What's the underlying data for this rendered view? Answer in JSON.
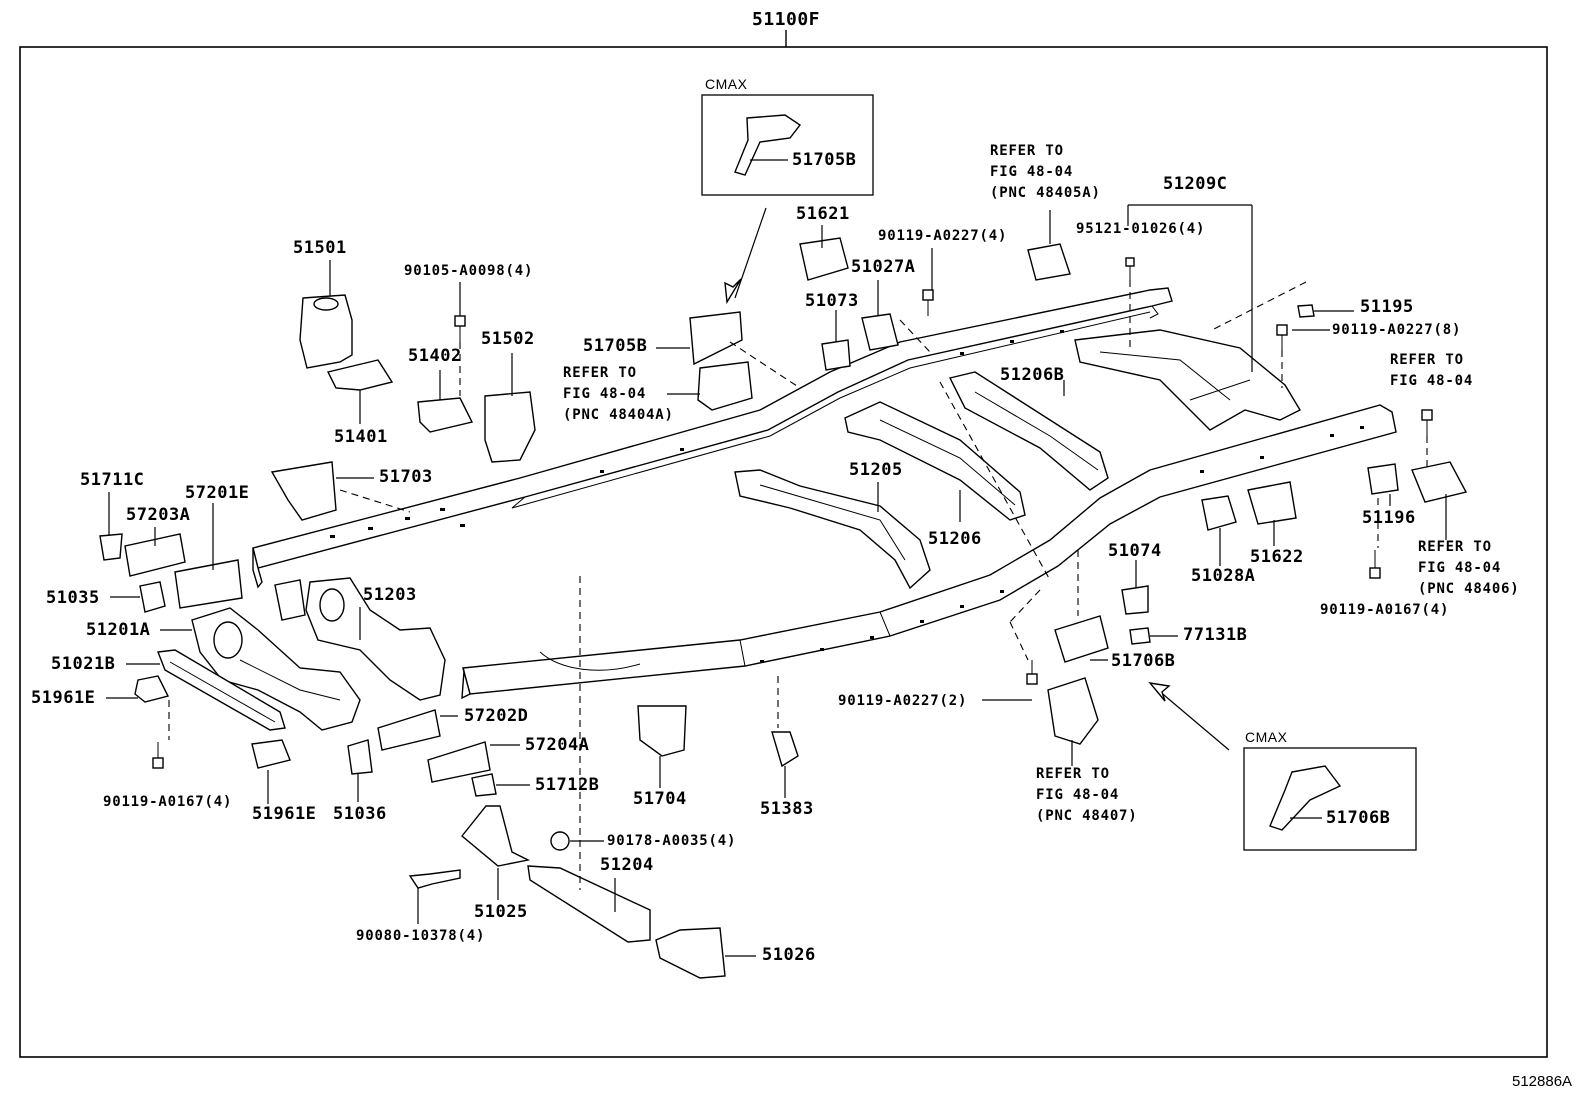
{
  "diagram": {
    "title": "51100F",
    "footer_code": "512886A",
    "cmax_top": {
      "label": "CMAX",
      "part": "51705B"
    },
    "cmax_bottom": {
      "label": "CMAX",
      "part": "51706B"
    },
    "refs": {
      "ref_48405a": "REFER TO\nFIG 48-04\n(PNC 48405A)",
      "ref_48404a": "REFER TO\nFIG 48-04\n(PNC 48404A)",
      "ref_fig": "REFER TO\nFIG 48-04",
      "ref_48406": "REFER TO\nFIG 48-04\n(PNC 48406)",
      "ref_48407": "REFER TO\nFIG 48-04\n(PNC 48407)"
    },
    "parts": {
      "p51501": "51501",
      "p90105": "90105-A0098(4)",
      "p51402": "51402",
      "p51502": "51502",
      "p51401": "51401",
      "p51705b": "51705B",
      "p51621": "51621",
      "p51027a": "51027A",
      "p51073": "51073",
      "p90119_4": "90119-A0227(4)",
      "p51209c": "51209C",
      "p95121": "95121-01026(4)",
      "p51195": "51195",
      "p90119_8": "90119-A0227(8)",
      "p51206b": "51206B",
      "p51711c": "51711C",
      "p57201e": "57201E",
      "p57203a": "57203A",
      "p51703": "51703",
      "p51205": "51205",
      "p51206": "51206",
      "p51035": "51035",
      "p51203": "51203",
      "p51201a": "51201A",
      "p51021b": "51021B",
      "p51961e_l": "51961E",
      "p90119_a0167_l": "90119-A0167(4)",
      "p51961e_b": "51961E",
      "p51036": "51036",
      "p57202d": "57202D",
      "p57204a": "57204A",
      "p51712b": "51712B",
      "p51704": "51704",
      "p51383": "51383",
      "p90178": "90178-A0035(4)",
      "p51204": "51204",
      "p51025": "51025",
      "p90080": "90080-10378(4)",
      "p51026": "51026",
      "p51074": "51074",
      "p51028a": "51028A",
      "p51622": "51622",
      "p51196": "51196",
      "p90119_a0167_r": "90119-A0167(4)",
      "p77131b": "77131B",
      "p51706b": "51706B",
      "p90119_2": "90119-A0227(2)"
    }
  }
}
